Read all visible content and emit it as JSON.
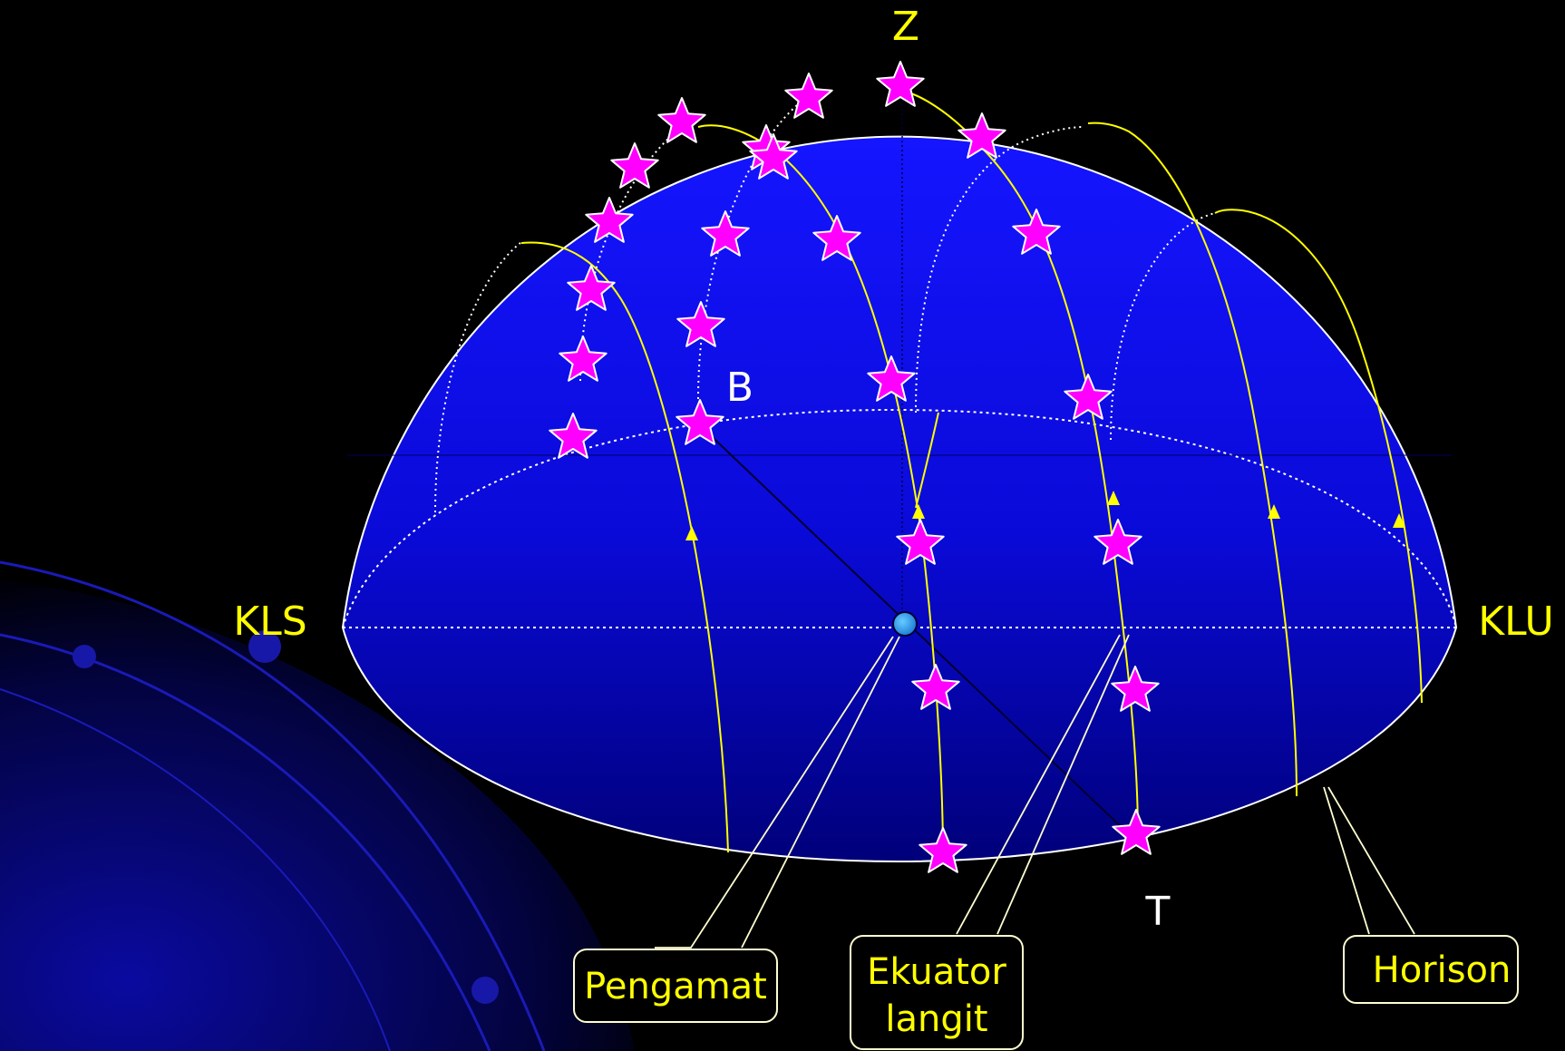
{
  "labels": {
    "zenith": "Z",
    "south": "KLS",
    "north": "KLU",
    "west": "B",
    "east": "T"
  },
  "callouts": {
    "observer": "Pengamat",
    "equator_line1": "Ekuator",
    "equator_line2": "langit",
    "horizon": "Horison"
  },
  "colors": {
    "background": "#000000",
    "dome_top": "#1a1aff",
    "dome_bottom": "#00008f",
    "star_fill": "#ff00ff",
    "star_stroke": "#ffffff",
    "label": "#ffff00",
    "star_trail": "#ffff00",
    "observer": "#3399ff"
  },
  "icons": {
    "star": "star-icon",
    "observer": "observer-dot-icon",
    "direction": "arrow-icon"
  }
}
